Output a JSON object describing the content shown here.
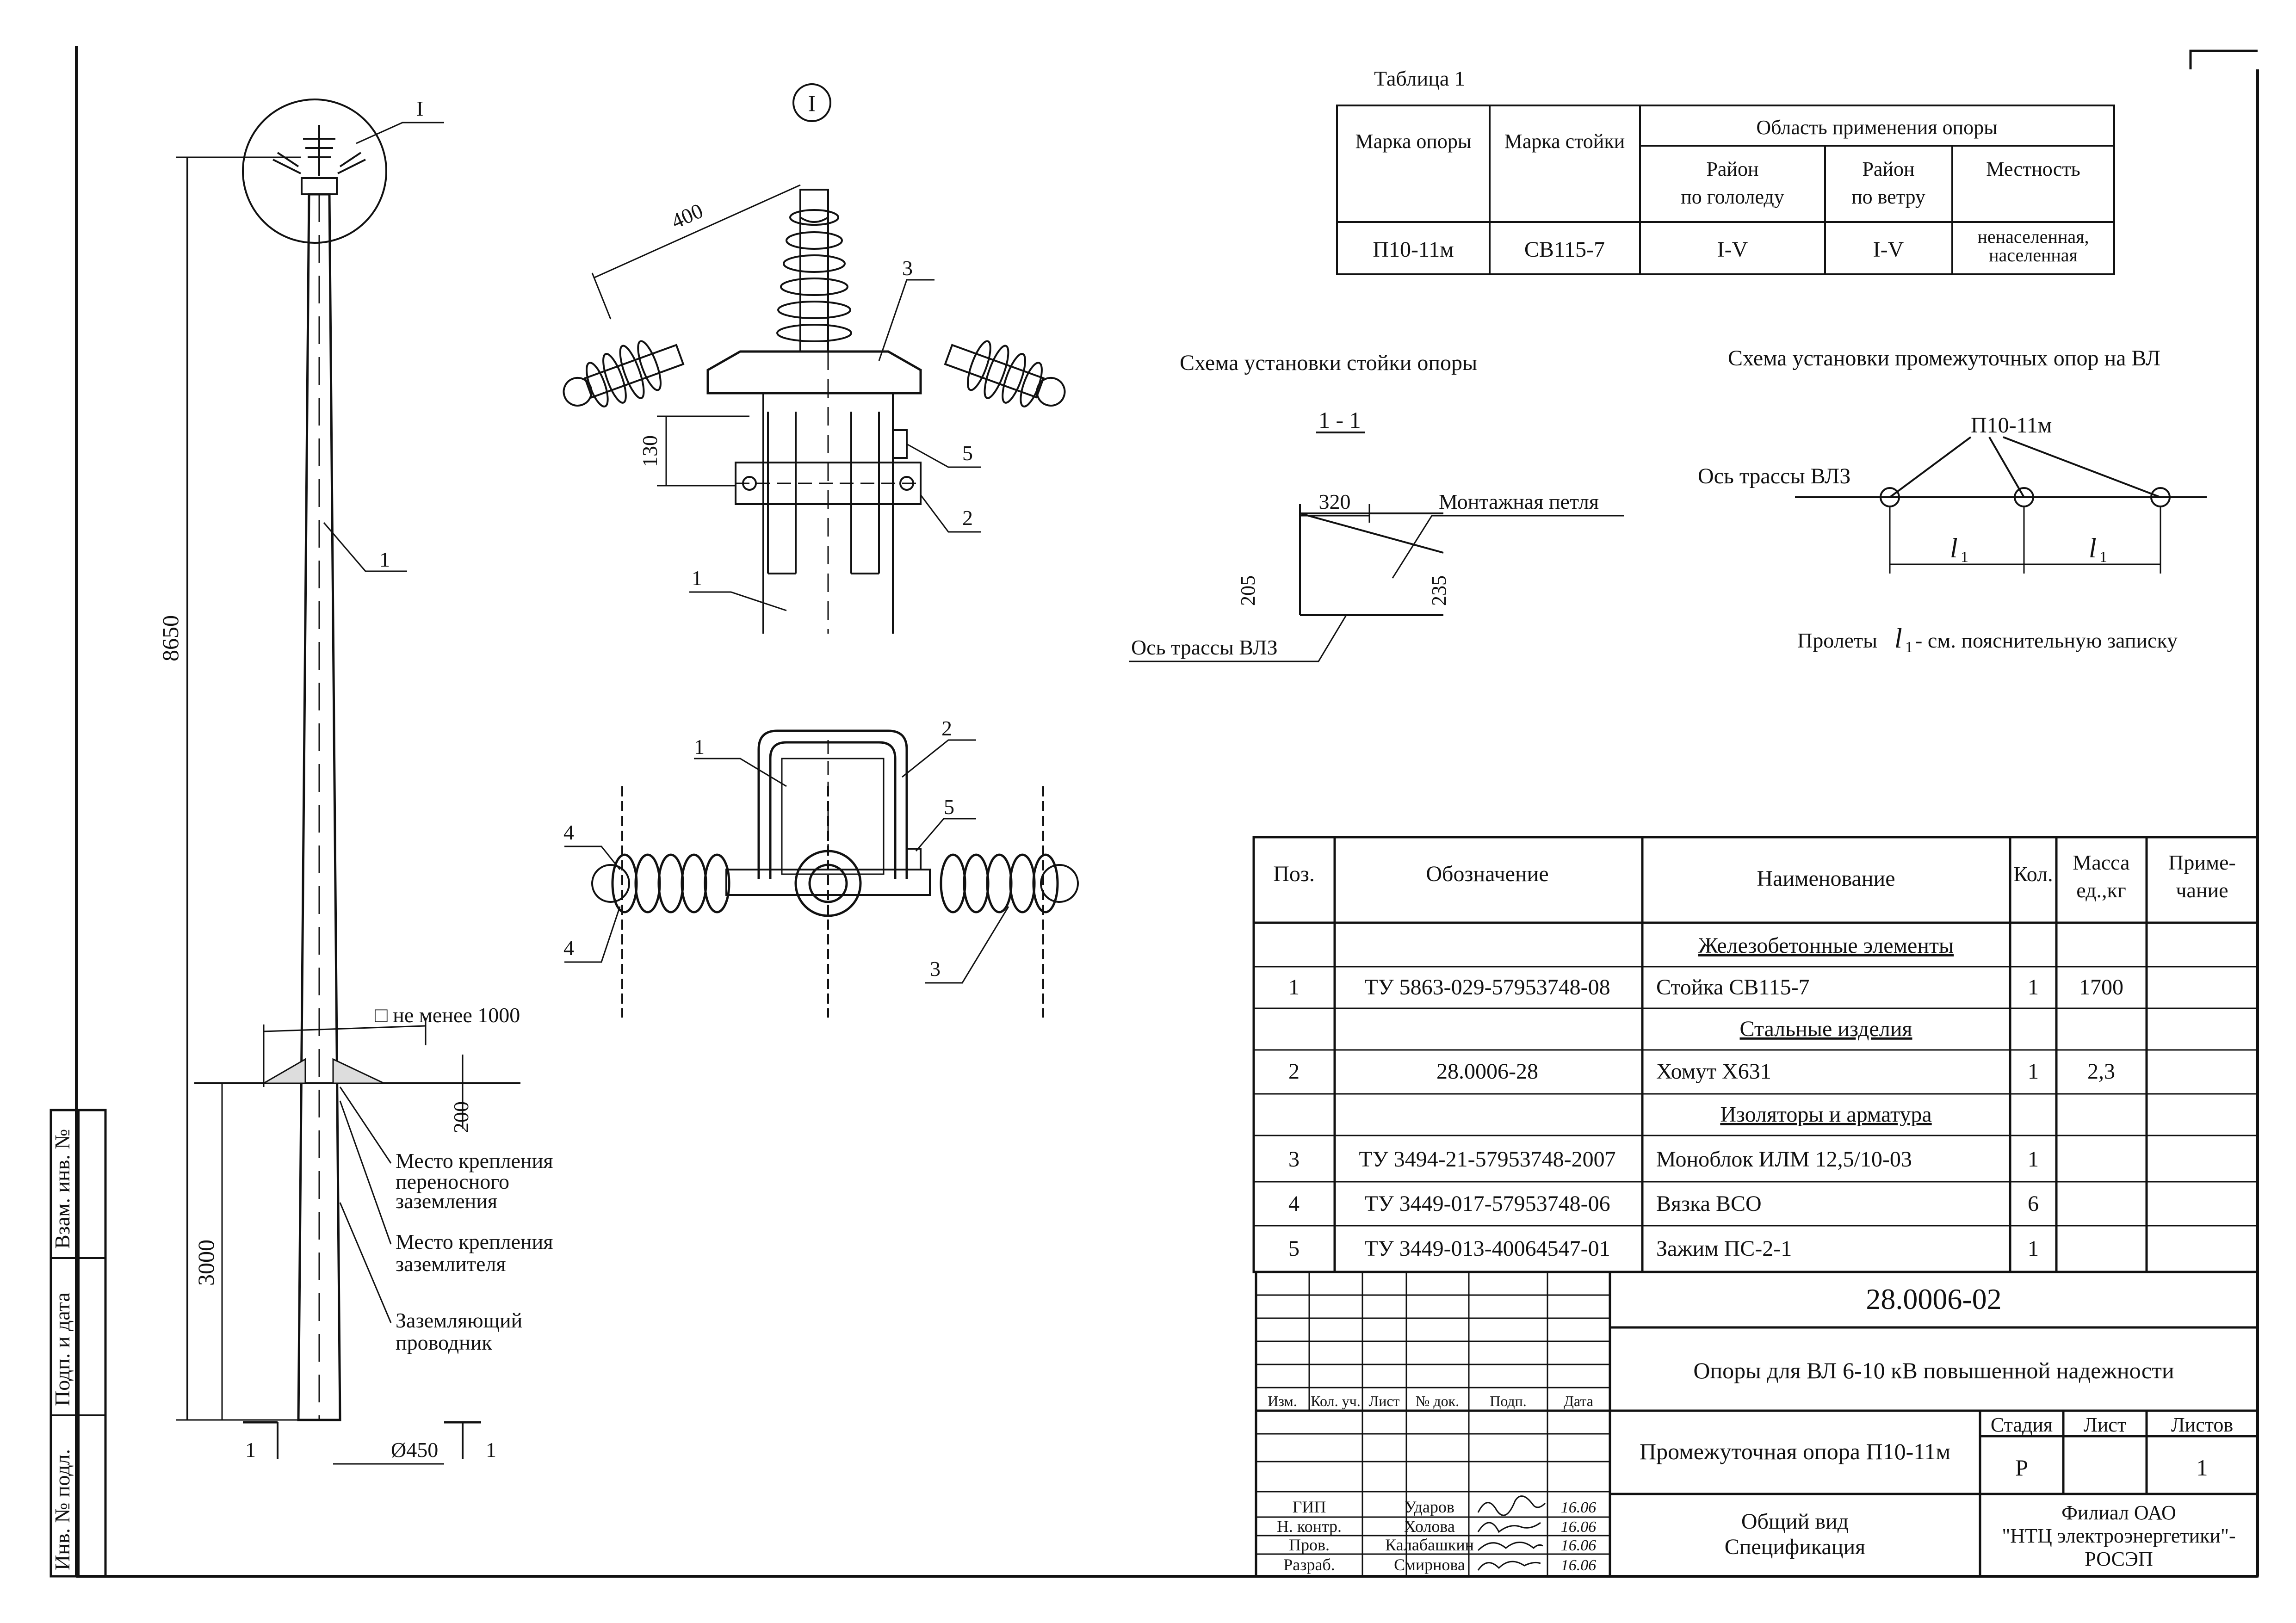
{
  "detail_marker": "I",
  "table1": {
    "caption": "Таблица 1",
    "col_support": "Марка опоры",
    "col_post": "Марка стойки",
    "col_scope": "Область применения опоры",
    "col_ice": [
      "Район",
      "по гололеду"
    ],
    "col_wind": [
      "Район",
      "по ветру"
    ],
    "col_area": "Местность",
    "row": {
      "support": "П10-11м",
      "post": "СВ115-7",
      "ice": "I-V",
      "wind": "I-V",
      "area": [
        "ненаселенная,",
        "населенная"
      ]
    }
  },
  "post_scheme": {
    "title": "Схема установки стойки опоры",
    "section": "1 - 1",
    "dim_width": "320",
    "dim_left": "205",
    "dim_right": "235",
    "loop_label": "Монтажная петля",
    "axis_label": "Ось трассы ВЛЗ"
  },
  "vl_scheme": {
    "title": "Схема установки промежуточных опор на ВЛ",
    "support_label": "П10-11м",
    "axis_label": "Ось трассы ВЛЗ",
    "span_symbol": "l",
    "span_index": "1",
    "note_prefix": "Пролеты",
    "note_suffix": " - см. пояснительную записку"
  },
  "pole": {
    "height": "8650",
    "depth": "3000",
    "diameter": "Ø450",
    "pit": "□ не менее 1000",
    "offset": "200",
    "callout_detail": "I",
    "callout_post": "1",
    "section_mark": "1",
    "notes": [
      [
        "Место крепления",
        "переносного",
        "заземления"
      ],
      [
        "Место крепления",
        "заземлителя"
      ],
      [
        "Заземляющий",
        "проводник"
      ]
    ]
  },
  "detail_top": {
    "dim_span": "400",
    "dim_clamp": "130",
    "callouts": [
      "3",
      "5",
      "2",
      "1"
    ]
  },
  "detail_plan": {
    "callouts": [
      "1",
      "2",
      "5",
      "4",
      "4",
      "3"
    ]
  },
  "spec": {
    "headers": {
      "pos": "Поз.",
      "code": "Обозначение",
      "name": "Наименование",
      "qty": "Кол.",
      "mass": [
        "Масса",
        "ед.,кг"
      ],
      "note": [
        "Приме-",
        "чание"
      ]
    },
    "groups": [
      {
        "title": "Железобетонные элементы",
        "rows": [
          {
            "pos": "1",
            "code": "ТУ 5863-029-57953748-08",
            "name": "Стойка СВ115-7",
            "qty": "1",
            "mass": "1700"
          }
        ]
      },
      {
        "title": "Стальные изделия",
        "rows": [
          {
            "pos": "2",
            "code": "28.0006-28",
            "name": "Хомут Х631",
            "qty": "1",
            "mass": "2,3"
          }
        ]
      },
      {
        "title": "Изоляторы и арматура",
        "rows": [
          {
            "pos": "3",
            "code": "ТУ 3494-21-57953748-2007",
            "name": "Моноблок ИЛМ 12,5/10-03",
            "qty": "1",
            "mass": ""
          },
          {
            "pos": "4",
            "code": "ТУ 3449-017-57953748-06",
            "name": "Вязка ВСО",
            "qty": "6",
            "mass": ""
          },
          {
            "pos": "5",
            "code": "ТУ 3449-013-40064547-01",
            "name": "Зажим ПС-2-1",
            "qty": "1",
            "mass": ""
          }
        ]
      }
    ]
  },
  "stamp": {
    "doc_code": "28.0006-02",
    "project": "Опоры для ВЛ 6-10 кВ повышенной надежности",
    "title": "Промежуточная опора П10-11м",
    "subtitle": [
      "Общий вид",
      "Спецификация"
    ],
    "cols": [
      "Изм.",
      "Кол. уч.",
      "Лист",
      "№ док.",
      "Подп.",
      "Дата"
    ],
    "people": [
      {
        "role": "ГИП",
        "name": "Ударов",
        "date": "16.06"
      },
      {
        "role": "Н. контр.",
        "name": "Холова",
        "date": "16.06"
      },
      {
        "role": "Пров.",
        "name": "Калабашкин",
        "date": "16.06"
      },
      {
        "role": "Разраб.",
        "name": "Смирнова",
        "date": "16.06"
      }
    ],
    "stage_label": "Стадия",
    "sheet_label": "Лист",
    "sheets_label": "Листов",
    "stage": "Р",
    "sheet": "",
    "sheets": "1",
    "org": [
      "Филиал ОАО",
      "\"НТЦ электроэнергетики\"-",
      "РОСЭП"
    ]
  },
  "side_stamp": [
    "Взам. инв. №",
    "Подп. и дата",
    "Инв. № подл."
  ]
}
